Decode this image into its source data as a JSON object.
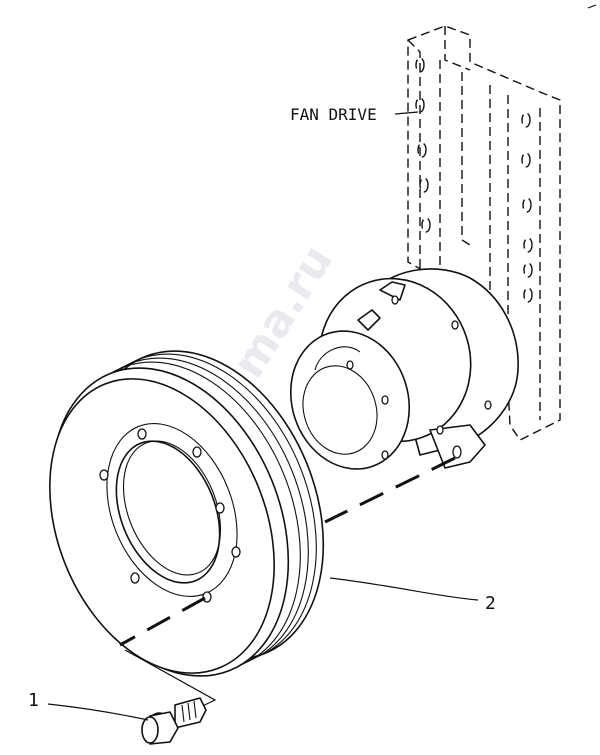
{
  "labels": {
    "fan_drive": "FAN DRIVE",
    "callout_1": "1",
    "callout_2": "2"
  },
  "watermark": "zap-kama.ru"
}
